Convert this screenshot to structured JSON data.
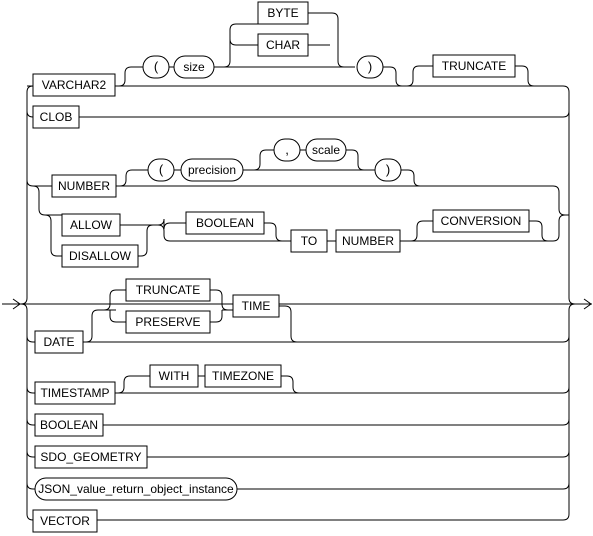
{
  "diagram": {
    "keywords": {
      "byte": "BYTE",
      "char": "CHAR",
      "varchar2": "VARCHAR2",
      "truncate_varchar": "TRUNCATE",
      "clob": "CLOB",
      "number": "NUMBER",
      "allow": "ALLOW",
      "disallow": "DISALLOW",
      "boolean_conv": "BOOLEAN",
      "to": "TO",
      "number_conv": "NUMBER",
      "conversion": "CONVERSION",
      "date": "DATE",
      "truncate_date": "TRUNCATE",
      "preserve": "PRESERVE",
      "time": "TIME",
      "timestamp": "TIMESTAMP",
      "with": "WITH",
      "timezone": "TIMEZONE",
      "boolean": "BOOLEAN",
      "sdo_geometry": "SDO_GEOMETRY",
      "vector": "VECTOR"
    },
    "variables": {
      "size": "size",
      "precision": "precision",
      "scale": "scale",
      "json_instance": "JSON_value_return_object_instance"
    },
    "symbols": {
      "lparen_varchar": "(",
      "rparen_varchar": ")",
      "lparen_number": "(",
      "comma": ",",
      "rparen_number": ")"
    }
  }
}
